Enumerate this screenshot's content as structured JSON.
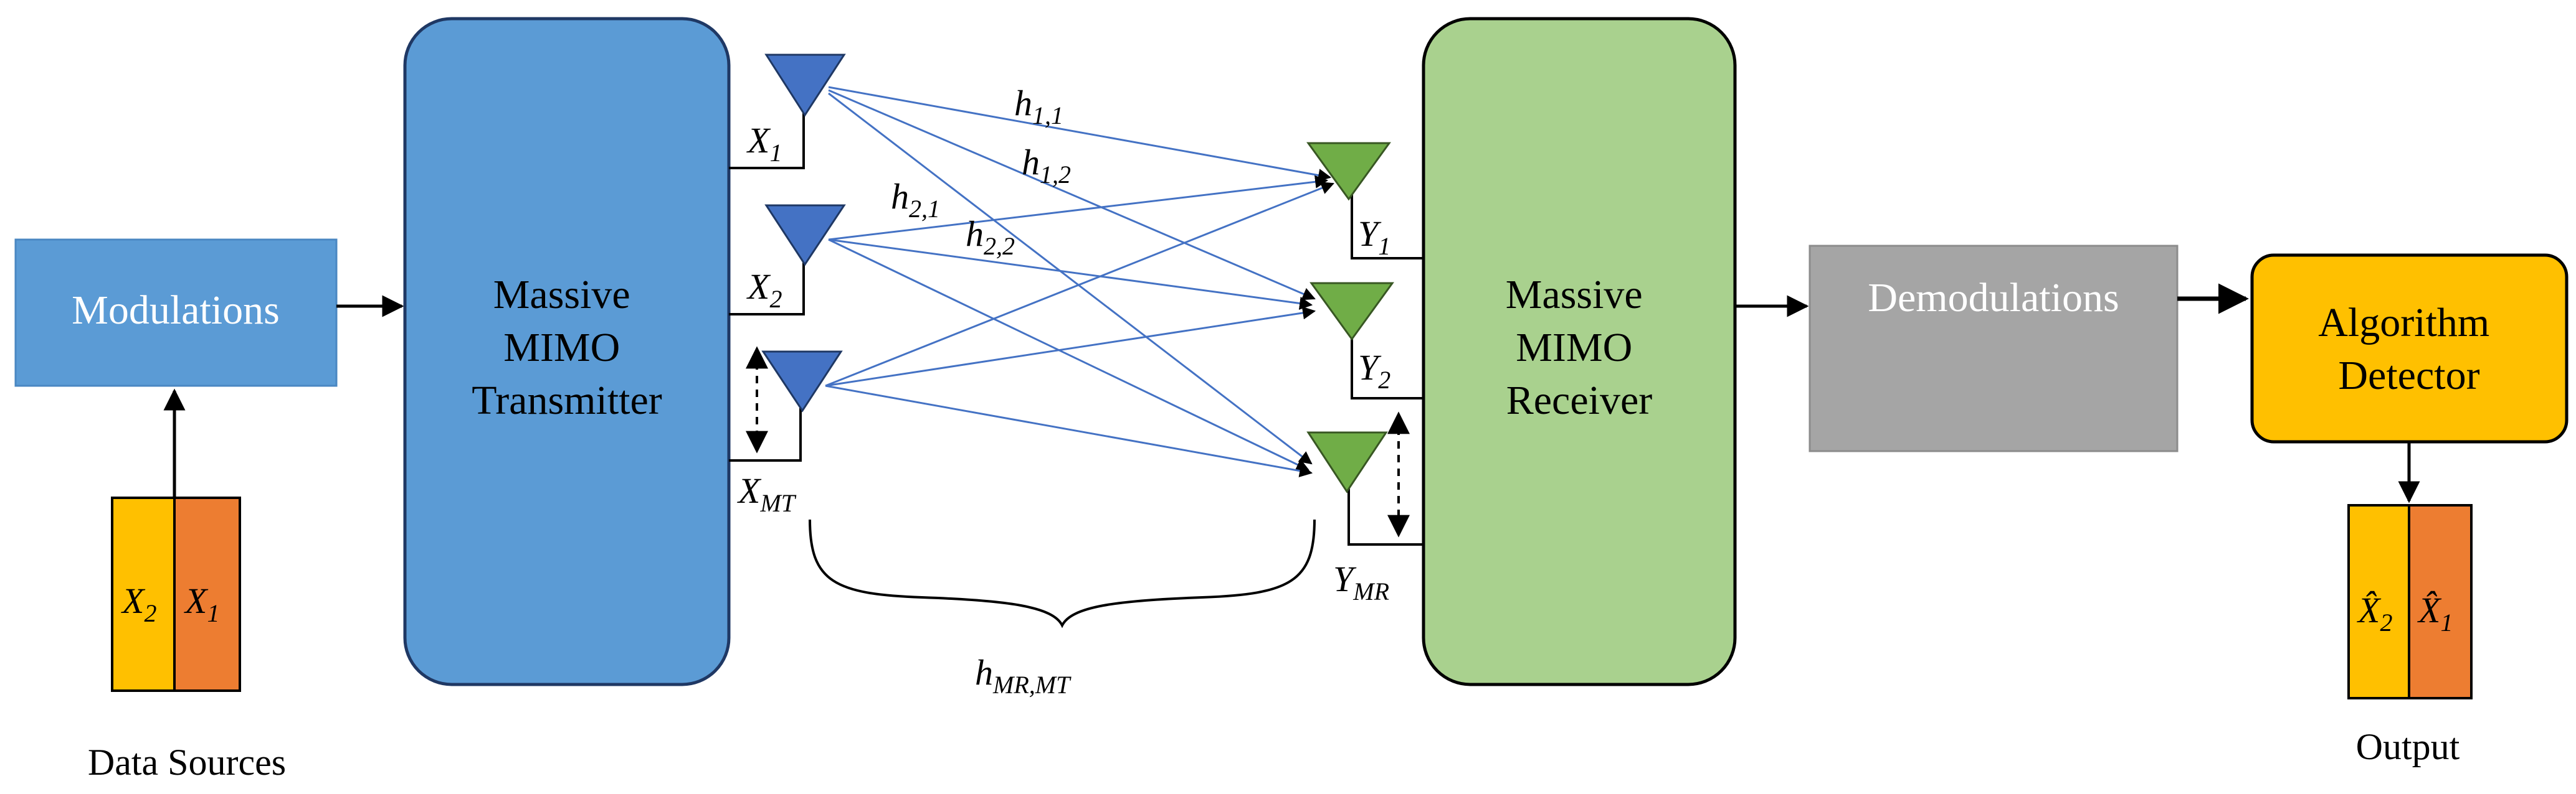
{
  "blocks": {
    "modulations": "Modulations",
    "transmitter": [
      "Massive",
      "MIMO",
      "Transmitter"
    ],
    "receiver": [
      "Massive",
      "MIMO",
      "Receiver"
    ],
    "demodulations": "Demodulations",
    "detector": [
      "Algorithm",
      "Detector"
    ]
  },
  "captions": {
    "data_sources": "Data Sources",
    "output": "Output"
  },
  "symbols": {
    "x": "X",
    "y": "Y",
    "h": "h",
    "x1_sub": "1",
    "x2_sub": "2",
    "xmt_sub": "MT",
    "y1_sub": "1",
    "y2_sub": "2",
    "ymr_sub": "MR",
    "h11_sub": "1,1",
    "h12_sub": "1,2",
    "h21_sub": "2,1",
    "h22_sub": "2,2",
    "hmrmt_sub": "MR,MT",
    "src_x2": "X",
    "src_x2_sub": "2",
    "src_x1": "X",
    "src_x1_sub": "1",
    "out_x2": "X̂",
    "out_x2_sub": "2",
    "out_x1": "X̂",
    "out_x1_sub": "1"
  },
  "colors": {
    "modulations": "#5b9bd5",
    "transmitter": "#5b9bd5",
    "receiver": "#a9d18e",
    "demodulations": "#a5a5a5",
    "detector": "#ffc000",
    "source_yellow": "#ffc000",
    "source_orange": "#ed7d31",
    "tx_antenna": "#4472c4",
    "rx_antenna": "#70ad47",
    "channel_line": "#4472c4"
  }
}
